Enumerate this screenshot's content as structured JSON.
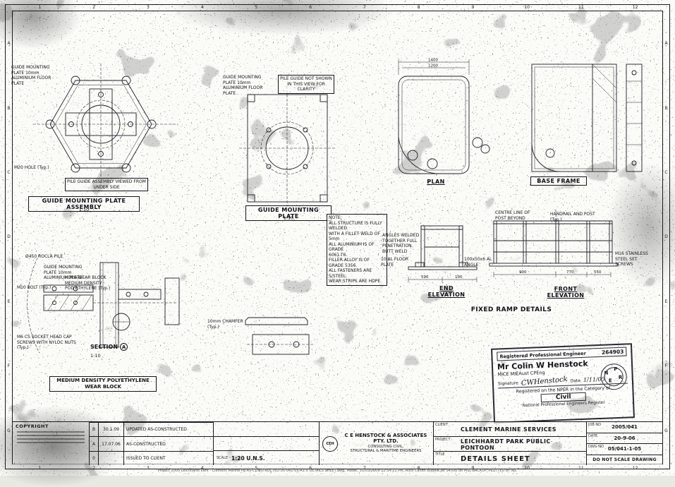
{
  "sheet": {
    "grid_cols": [
      "1",
      "2",
      "3",
      "4",
      "5",
      "6",
      "7",
      "8",
      "9",
      "10",
      "11",
      "12"
    ],
    "grid_rows": [
      "A",
      "B",
      "C",
      "D",
      "E",
      "F",
      "G"
    ]
  },
  "assembly": {
    "label_plate": "GUIDE MOUNTING PLATE 10mm ALUMINIUM FLOOR PLATE",
    "label_hole": "M20 HOLE (Typ.)",
    "note": "PILE GUIDE ASSEMBLY VIEWED FROM UNDER SIDE",
    "title": "GUIDE MOUNTING PLATE ASSEMBLY",
    "scale": "1:10"
  },
  "plate_view": {
    "label_plate": "GUIDE MOUNTING PLATE 10mm ALUMINIUM FLOOR PLATE",
    "note": "PILE GUIDE NOT SHOWN IN THIS VIEW FOR CLARITY",
    "title": "GUIDE MOUNTING PLATE",
    "scale": "1:10"
  },
  "plan_view": {
    "title": "PLAN",
    "dim_overall": "1400",
    "dim_inner": "1200"
  },
  "base_frame": {
    "title": "BASE FRAME"
  },
  "general_note": {
    "lines": [
      "NOTE:",
      "ALL STRUCTURE IS FULLY WELDED",
      "WITH A FILLET WELD OF 5mm",
      "ALL ALUMINIUM IS OF GRADE",
      "6061-T6.",
      "FILLER ALLOY IS OF GRADE 5356.",
      "ALL FASTENERS ARE S/STEEL.",
      "WEAR STRIPS ARE HDPE."
    ]
  },
  "end_elevation": {
    "title": "END ELEVATION",
    "label_weld": "ANGLES WELDED TOGETHER FULL PENETRATION BUTT WELD",
    "label_floor": "10 AL FLOOR PLATE",
    "label_angle": "100x50x6 AL ANGLE",
    "dims": [
      "590",
      "100"
    ]
  },
  "front_elevation": {
    "title": "FRONT ELEVATION",
    "label_centre": "CENTRE LINE OF POST BEYOND",
    "label_handrail": "HANDRAIL AND POST (Typ.)",
    "label_fixing": "M16 STAINLESS STEEL SET SCREWS",
    "dims": [
      "900",
      "770",
      "550"
    ]
  },
  "ramp": {
    "title": "FIXED RAMP DETAILS"
  },
  "section_view": {
    "title": "SECTION",
    "mark": "A",
    "scale": "1:10",
    "label_pile": "Ø450 ROCLA PILE",
    "label_guide": "GUIDE MOUNTING PLATE 10mm ALUMINIUM PLATE",
    "label_hdpe": "HDPE WEAR BLOCK MEDIUM DENSITY POLYETHYLENE (Typ.)",
    "label_bolt": "M10 BOLT (Typ.)",
    "label_screws": "M6 CS SOCKET HEAD CAP SCREWS WITH NYLOC NUTS (Typ.)"
  },
  "wear_detail": {
    "label_chamfer": "10mm CHAMFER (Typ.)",
    "title_line1": "MEDIUM DENSITY POLYETHYLENE",
    "title_line2": "WEAR BLOCK"
  },
  "stamp": {
    "heading": "Registered Professional Engineer",
    "number": "264903",
    "name": "Mr Colin W Henstock",
    "quals": "MICE MIEAust CPEng",
    "signature_label": "Signature",
    "signature": "CWHenstock",
    "date_label": "Date",
    "date": "1/11/05",
    "category_line": "Registered on the NPER in the Category of",
    "category": "Civil",
    "register": "National Professional Engineers Register",
    "seal_letters": [
      "N",
      "P",
      "E",
      "R"
    ]
  },
  "titleblock": {
    "copyright": "COPYRIGHT",
    "revisions": [
      {
        "rev": "B",
        "date": "30.1.09",
        "desc": "UPDATED AS-CONSTRUCTED"
      },
      {
        "rev": "A",
        "date": "17.07.06",
        "desc": "AS-CONSTRUCTED"
      },
      {
        "rev": "0",
        "date": "",
        "desc": "ISSUED TO CLIENT"
      }
    ],
    "scale_label": "SCALE",
    "scale": "1:20 U.N.S.",
    "firm_logo": "CEH",
    "firm_name": "C E HENSTOCK & ASSOCIATES PTY. LTD.",
    "firm_desc1": "CONSULTING CIVIL,",
    "firm_desc2": "STRUCTURAL & MARITIME ENGINEERS",
    "client_label": "CLIENT",
    "client": "CLEMENT MARINE SERVICES",
    "project_label": "PROJECT",
    "project": "LEICHHARDT PARK PUBLIC PONTOON",
    "title_label": "TITLE",
    "title": "DETAILS SHEET",
    "job_label": "JOB No",
    "job": "2005/041",
    "date_label": "DATE",
    "date": "20-9-06",
    "dwg_label": "DWG No",
    "dwg": "05/041-1-05",
    "noscale": "DO NOT SCALE DRAWING"
  },
  "footer": "Project 2005 Leichhardt Park - Clement Marine P8 AS-CONSTRUCTED 05-041-05-A1-5 DETAILS SHEET.dwg, Model, 31/03/2009 12:54:21 PM, Auto Canon Bubble Jet S4500 on MSL-BACKUP, PLOTTED BY AJC"
}
